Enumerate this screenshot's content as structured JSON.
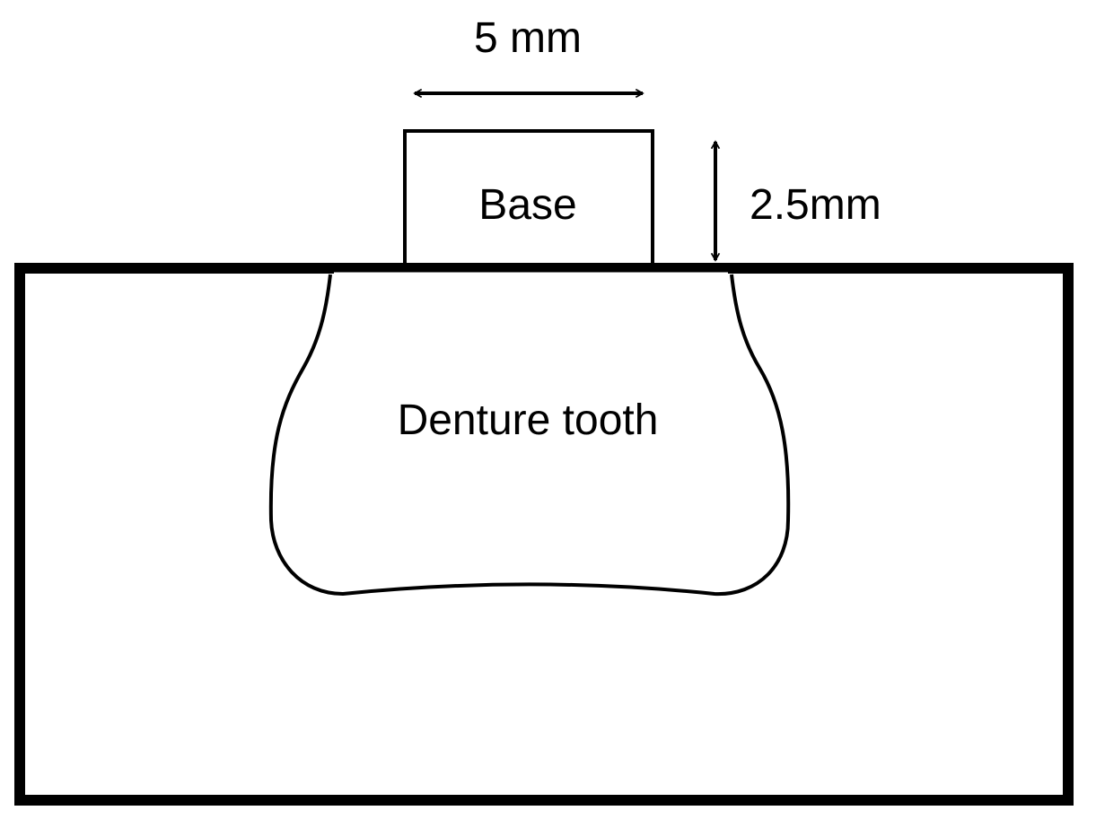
{
  "labels": {
    "width_dimension": "5 mm",
    "height_dimension": "2.5mm",
    "base": "Base",
    "tooth": "Denture tooth"
  },
  "colors": {
    "stroke": "#000000",
    "background": "#ffffff"
  }
}
